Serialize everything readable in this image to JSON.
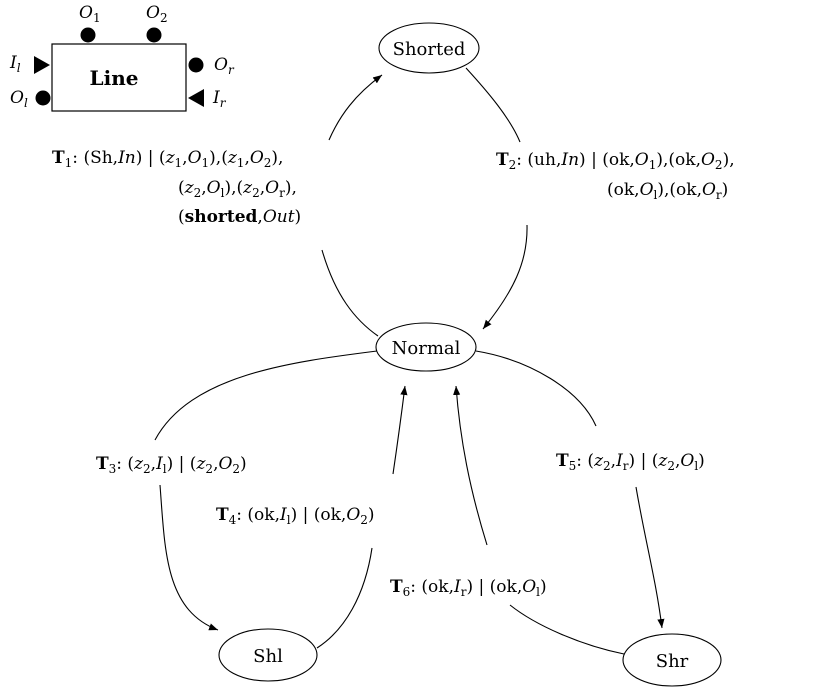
{
  "component": {
    "title": "Line",
    "ports": {
      "O1": {
        "base": "O",
        "sub": "1"
      },
      "O2": {
        "base": "O",
        "sub": "2"
      },
      "Il": {
        "base": "I",
        "sub": "l"
      },
      "Ol": {
        "base": "O",
        "sub": "l"
      },
      "Or": {
        "base": "O",
        "sub": "r"
      },
      "Ir": {
        "base": "I",
        "sub": "r"
      }
    }
  },
  "states": {
    "shorted": "Shorted",
    "normal": "Normal",
    "shl": "Shl",
    "shr": "Shr"
  },
  "transitions": {
    "t1": {
      "id": "T",
      "num": "1",
      "line1": {
        "event": "(Sh,",
        "event_port": "In",
        "sep": ") | (",
        "o1a": "z",
        "o1a_sub": "1",
        "o1b": ",",
        "o1c": "O",
        "o1c_sub": "1",
        "o1d": "),(",
        "o2a": "z",
        "o2a_sub": "1",
        "o2b": ",",
        "o2c": "O",
        "o2c_sub": "2",
        "o2d": "),"
      },
      "line2": {
        "o3a": "(",
        "o3b": "z",
        "o3b_sub": "2",
        "o3c": ",",
        "o3d": "O",
        "o3d_sub": "l",
        "o3e": "),(",
        "o4b": "z",
        "o4b_sub": "2",
        "o4c": ",",
        "o4d": "O",
        "o4d_sub": "r",
        "o4e": "),"
      },
      "line3": {
        "open": "(",
        "bold": "shorted",
        "comma": ",",
        "italic": "Out",
        "close": ")"
      }
    },
    "t2": {
      "id": "T",
      "num": "2",
      "line1": {
        "a": ": (uh,",
        "b": "In",
        "c": ") | (ok,",
        "d": "O",
        "d_sub": "1",
        "e": "),(ok,",
        "f": "O",
        "f_sub": "2",
        "g": "),"
      },
      "line2": {
        "a": "(ok,",
        "b": "O",
        "b_sub": "l",
        "c": "),(ok,",
        "d": "O",
        "d_sub": "r",
        "e": ")"
      }
    },
    "t3": {
      "id": "T",
      "num": "3",
      "a": ": (",
      "b": "z",
      "b_sub": "2",
      "c": ",",
      "d": "I",
      "d_sub": "l",
      "e": ") | (",
      "f": "z",
      "f_sub": "2",
      "g": ",",
      "h": "O",
      "h_sub": "2",
      "i": ")"
    },
    "t4": {
      "id": "T",
      "num": "4",
      "a": ": (ok,",
      "b": "I",
      "b_sub": "l",
      "c": ") | (ok,",
      "d": "O",
      "d_sub": "2",
      "e": ")"
    },
    "t5": {
      "id": "T",
      "num": "5",
      "a": ": (",
      "b": "z",
      "b_sub": "2",
      "c": ",",
      "d": "I",
      "d_sub": "r",
      "e": ") | (",
      "f": "z",
      "f_sub": "2",
      "g": ",",
      "h": "O",
      "h_sub": "l",
      "i": ")"
    },
    "t6": {
      "id": "T",
      "num": "6",
      "a": ": (ok,",
      "b": "I",
      "b_sub": "r",
      "c": ") | (ok,",
      "d": "O",
      "d_sub": "l",
      "e": ")"
    }
  }
}
